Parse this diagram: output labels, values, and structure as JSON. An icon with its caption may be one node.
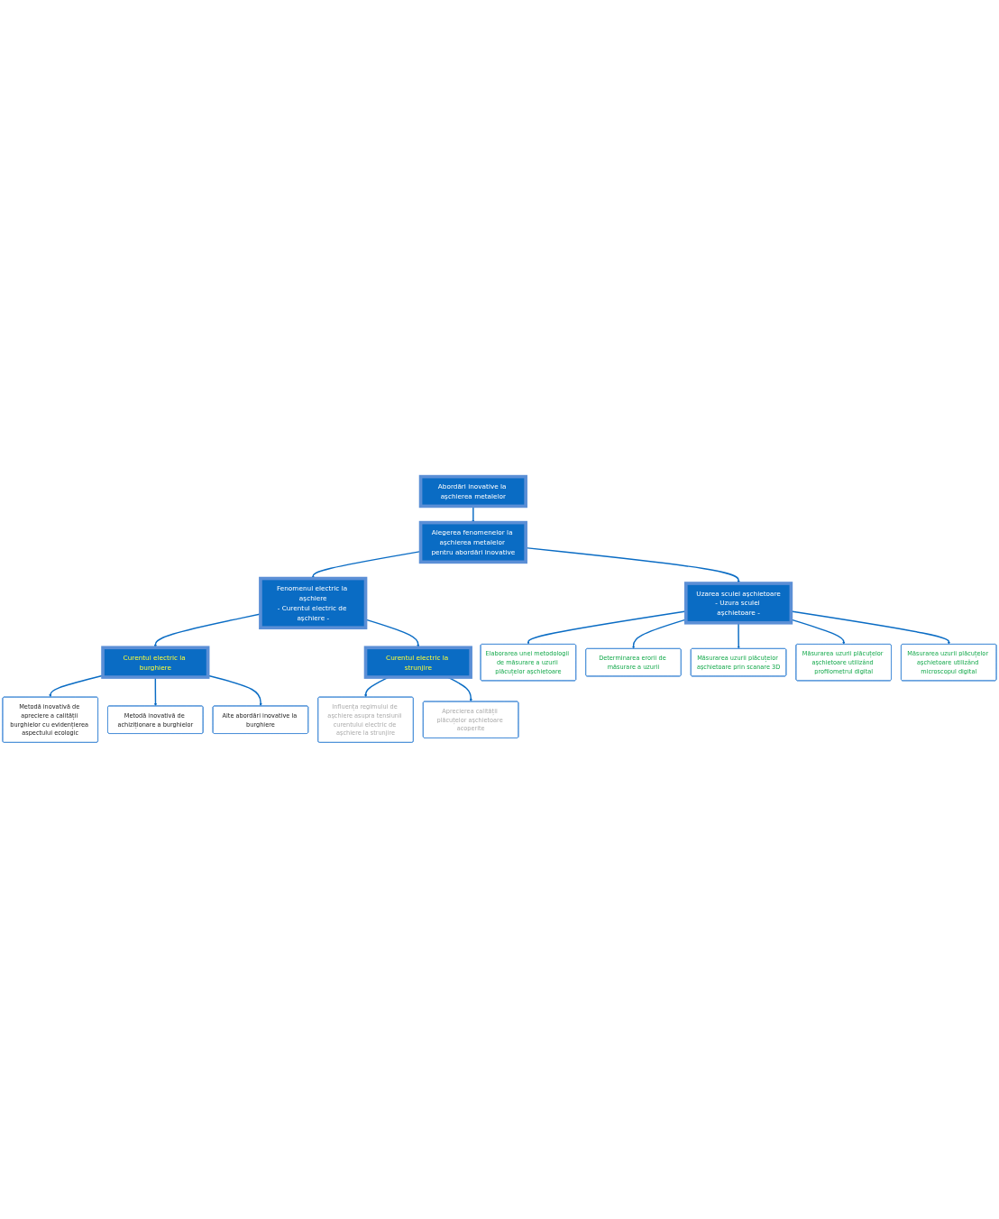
{
  "diagram": {
    "nodes": [
      {
        "text": [
          "Abordări inovative la așchierea metalelor"
        ]
      },
      {
        "text": [
          "Alegerea fenomenelor la așchierea metalelor pentru abordări inovative"
        ]
      },
      {
        "text": [
          "Fenomenul electric la așchiere",
          "- Curentul electric de așchiere -"
        ]
      },
      {
        "text": [
          "Uzarea sculei așchietoare",
          "- Uzura sculei așchietoare -"
        ]
      },
      {
        "text": [
          "Curentul electric la burghiere"
        ]
      },
      {
        "text": [
          "Curentul electric la strunjire"
        ]
      },
      {
        "text": [
          "Elaborarea unei metodologii de măsurare a uzurii plăcuțelor așchietoare"
        ]
      },
      {
        "text": [
          "Determinarea erorii de măsurare a uzurii"
        ]
      },
      {
        "text": [
          "Măsurarea uzurii plăcuțelor așchietoare prin scanare 3D"
        ]
      },
      {
        "text": [
          "Măsurarea uzurii plăcuțelor așchietoare utilizând profilometrul digital"
        ]
      },
      {
        "text": [
          "Măsurarea uzurii plăcuțelor așchietoare utilizând microscopul digital"
        ]
      },
      {
        "text": [
          "Metodă inovativă de apreciere a calității burghielor cu evidențierea aspectului ecologic"
        ]
      },
      {
        "text": [
          "Metodă inovativă de achiziționare a burghielor"
        ]
      },
      {
        "text": [
          "Alte abordări inovative la burghiere"
        ]
      },
      {
        "text": [
          "Influența regimului de așchiere asupra tensiunii curentului electric de așchiere la strunjire"
        ]
      },
      {
        "text": [
          "Aprecierea calității plăcuțelor așchietoare acoperite"
        ]
      }
    ],
    "edges": [
      {
        "from": 0,
        "to": 1,
        "arrow": "to"
      },
      {
        "from": 1,
        "to": 2,
        "arrow": "to"
      },
      {
        "from": 1,
        "to": 3,
        "arrow": "to"
      },
      {
        "from": 2,
        "to": 4,
        "arrow": "to"
      },
      {
        "from": 2,
        "to": 5,
        "arrow": "to"
      },
      {
        "from": 3,
        "to": 6,
        "arrow": "to"
      },
      {
        "from": 3,
        "to": 7,
        "arrow": "to"
      },
      {
        "from": 3,
        "to": 8,
        "arrow": "to"
      },
      {
        "from": 3,
        "to": 9,
        "arrow": "to"
      },
      {
        "from": 3,
        "to": 10,
        "arrow": "to"
      },
      {
        "from": 4,
        "to": 11,
        "arrow": "to"
      },
      {
        "from": 4,
        "to": 12,
        "arrow": "to"
      },
      {
        "from": 4,
        "to": 13,
        "arrow": "to"
      },
      {
        "from": 5,
        "to": 14,
        "arrow": "to"
      },
      {
        "from": 5,
        "to": 15,
        "arrow": "to"
      }
    ]
  }
}
